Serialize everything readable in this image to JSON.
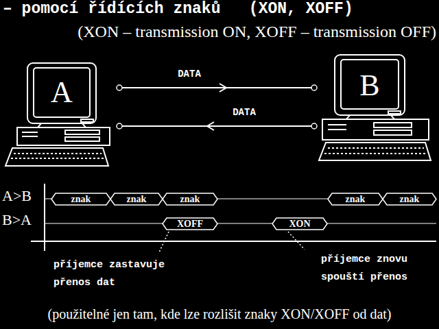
{
  "diagram": {
    "title": "– pomocí řídících znaků   (XON, XOFF)",
    "caption": "(použitelné jen tam, kde lze rozlišit znaky XON/XOFF od dat)",
    "nodes": [
      {
        "text": [
          "A"
        ]
      },
      {
        "text": [
          "B"
        ]
      },
      {
        "text": [
          "znak"
        ]
      },
      {
        "text": [
          "znak"
        ]
      },
      {
        "text": [
          "znak"
        ]
      },
      {
        "text": [
          "znak"
        ]
      },
      {
        "text": [
          "znak"
        ]
      },
      {
        "text": [
          "XOFF"
        ]
      },
      {
        "text": [
          "XON"
        ]
      }
    ],
    "edges": [
      {
        "from": 0,
        "to": 1,
        "arrow": "to",
        "label": "DATA"
      },
      {
        "from": 1,
        "to": 0,
        "arrow": "to",
        "label": "DATA"
      }
    ],
    "labels": [
      "(XON – transmission ON, XOFF – transmission OFF)",
      "A>B",
      "B>A",
      "příjemce zastavuje přenos dat",
      "příjemce znovu spouští přenos"
    ]
  }
}
